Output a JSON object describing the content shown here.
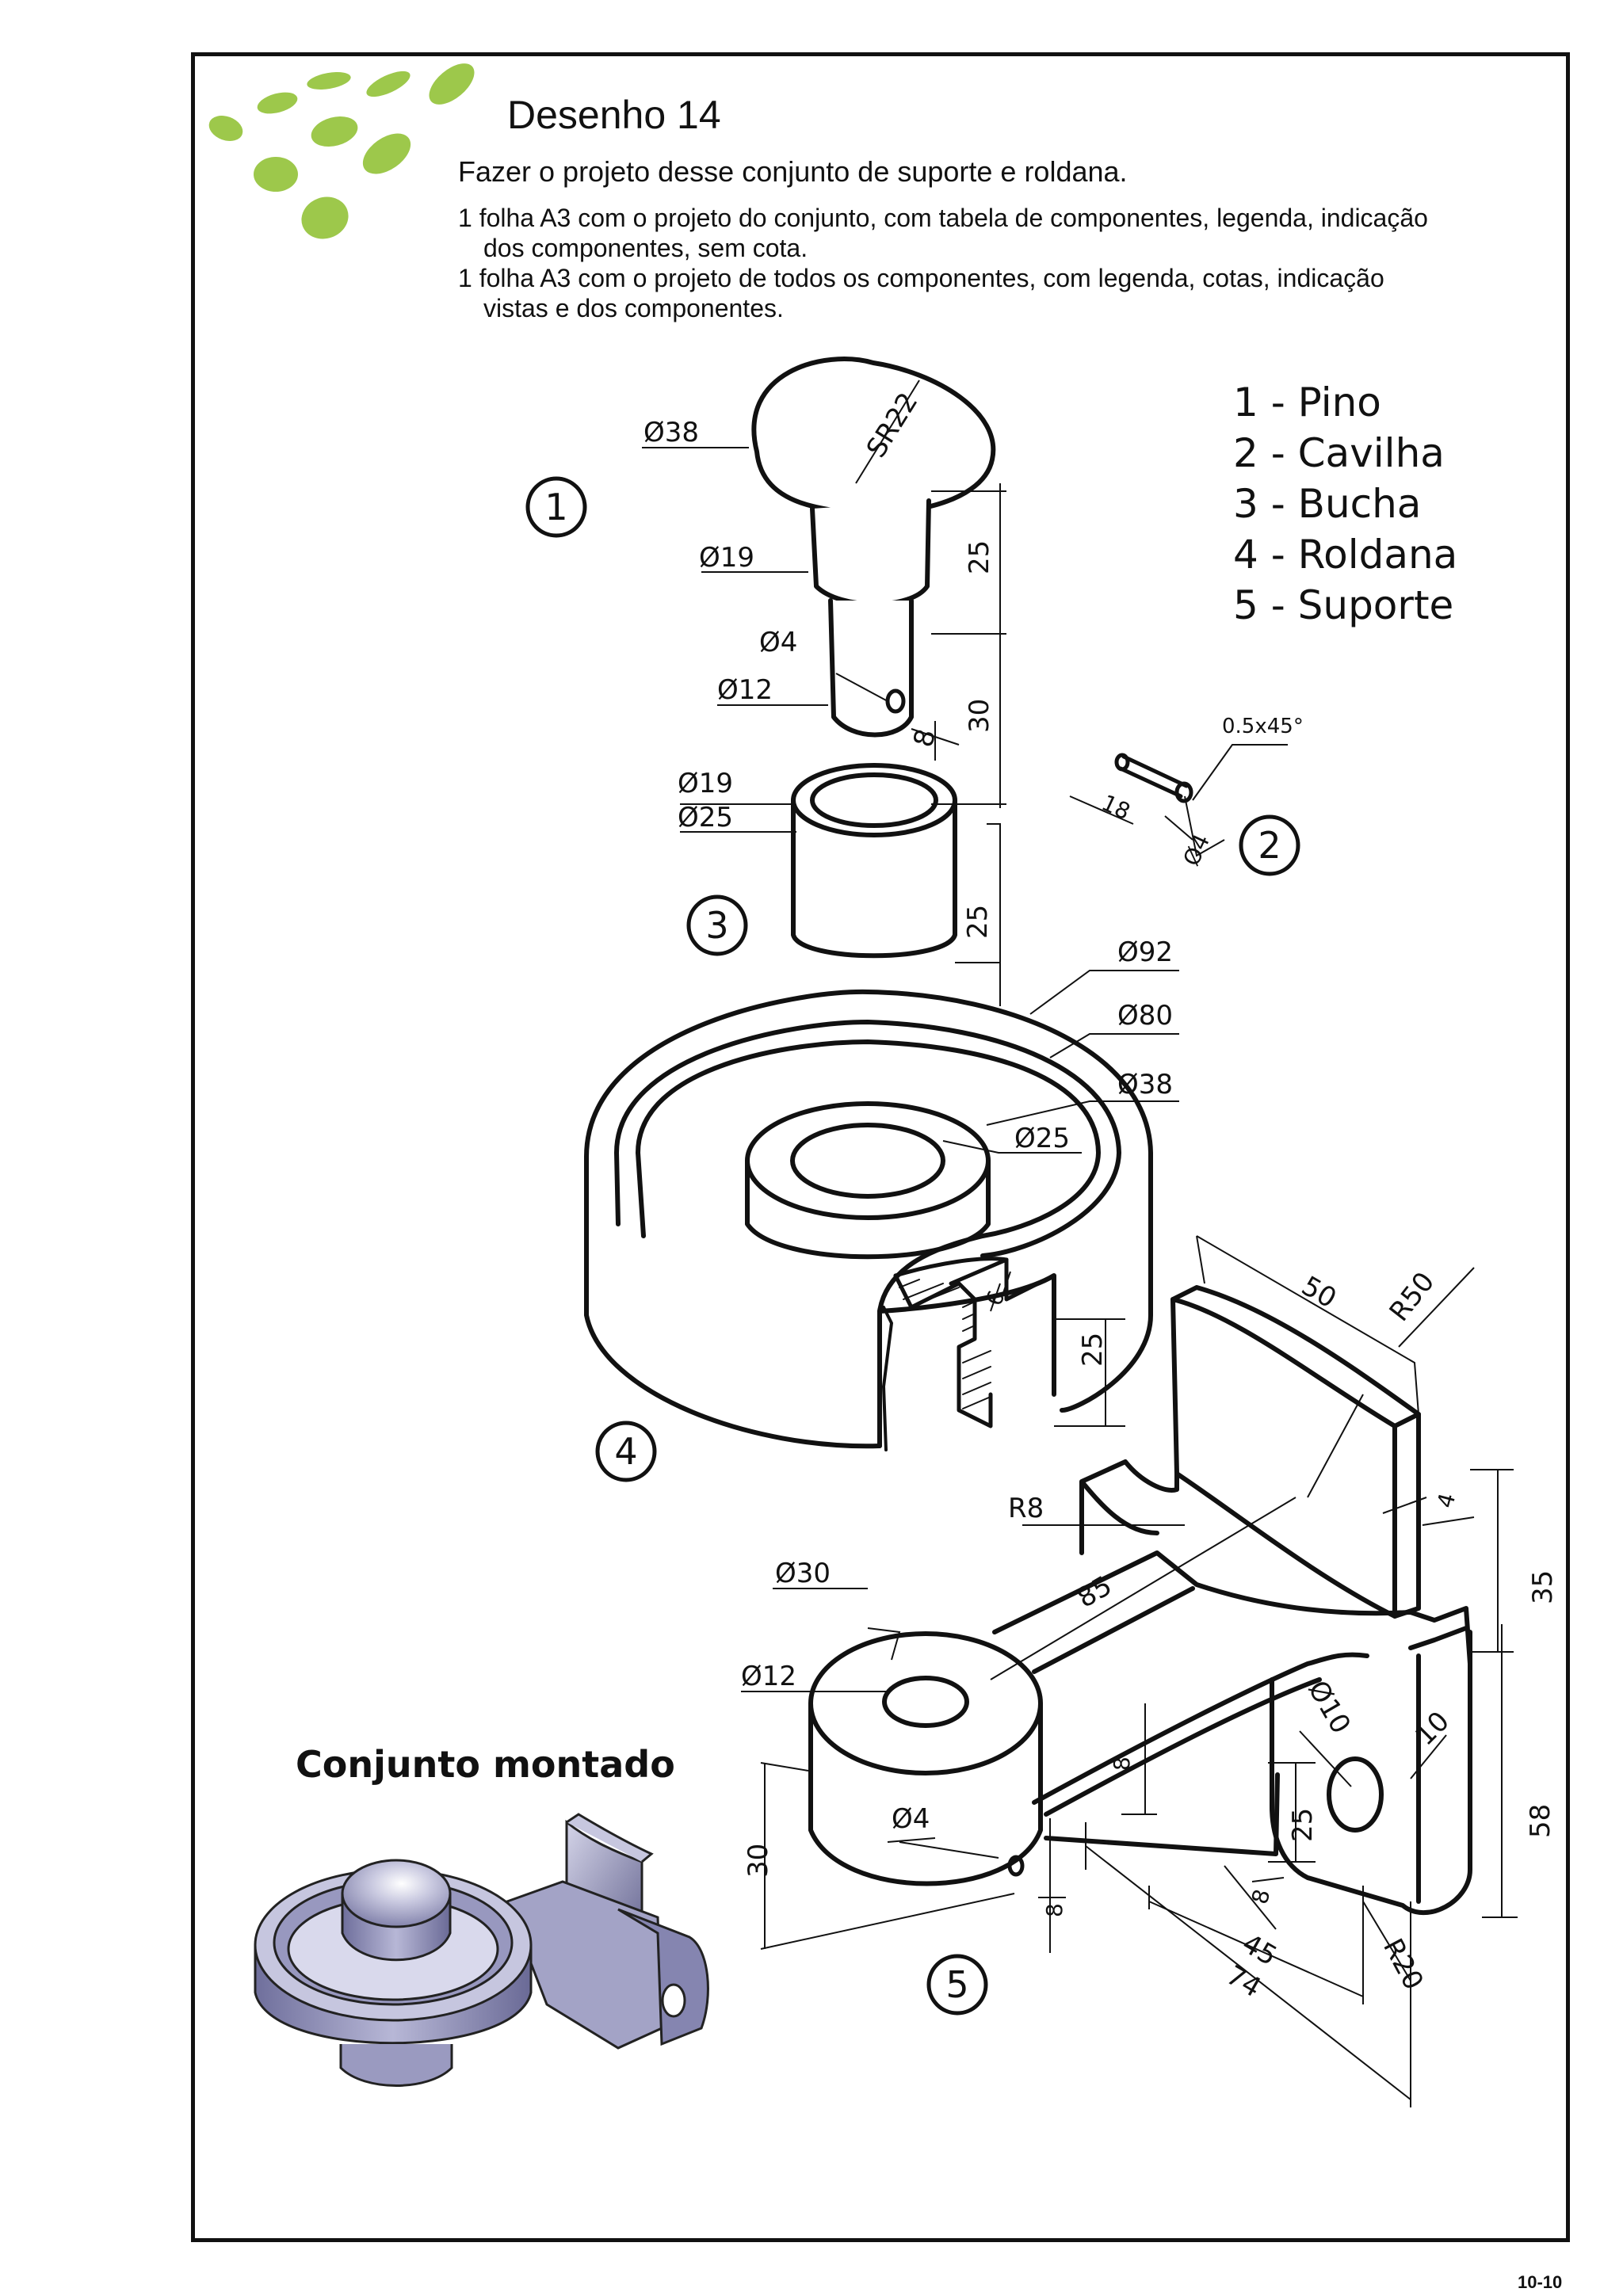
{
  "header": {
    "title": "Desenho 14",
    "subtitle": "Fazer o projeto desse conjunto de suporte e roldana.",
    "req1_line1": "1 folha A3 com o projeto do conjunto, com tabela de componentes, legenda, indicação",
    "req1_line2": "dos componentes, sem cota.",
    "req2_line1": "1 folha A3 com o projeto de todos os componentes, com legenda, cotas, indicação",
    "req2_line2": "vistas e dos componentes."
  },
  "parts_list": [
    "1 - Pino",
    "2 - Cavilha",
    "3 - Bucha",
    "4 - Roldana",
    "5 - Suporte"
  ],
  "callouts": [
    "1",
    "2",
    "3",
    "4",
    "5"
  ],
  "dimensions": {
    "pin": [
      "Ø38",
      "SR22",
      "Ø19",
      "25",
      "Ø4",
      "Ø12",
      "30",
      "8"
    ],
    "cavilha": [
      "0.5x45°",
      "18",
      "Ø4"
    ],
    "bucha": [
      "Ø19",
      "Ø25",
      "25"
    ],
    "roldana": [
      "Ø92",
      "Ø80",
      "Ø38",
      "Ø25",
      "6",
      "25"
    ],
    "suporte": [
      "50",
      "R50",
      "R8",
      "4",
      "85",
      "35",
      "Ø30",
      "Ø12",
      "Ø10",
      "10",
      "8",
      "Ø4",
      "30",
      "25",
      "58",
      "8",
      "8",
      "45",
      "74",
      "R20"
    ]
  },
  "assembled_label": "Conjunto montado",
  "page_number": "10-10",
  "colors": {
    "logo_green": "#9dc84b",
    "line": "#111111",
    "render_body": "#8f8fb4",
    "render_light": "#d6d6ea"
  }
}
